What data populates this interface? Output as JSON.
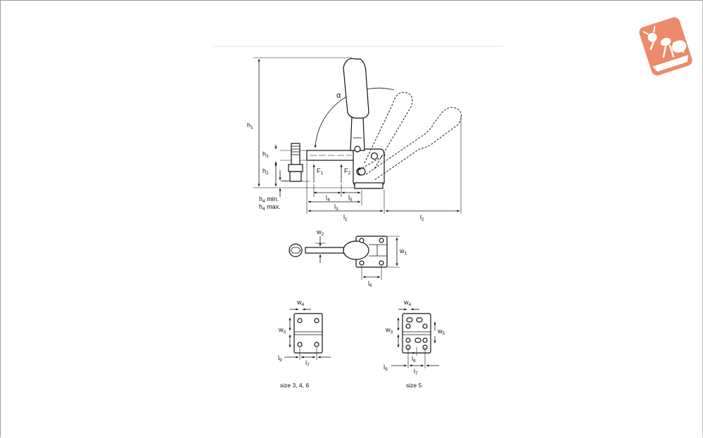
{
  "labels": {
    "h1": "h",
    "h1_sub": "1",
    "h2": "h",
    "h2_sub": "2",
    "h3": "h",
    "h3_sub": "3",
    "h4min": "h",
    "h4min_sub": "4",
    "h4min_suffix": " min.",
    "h4max": "h",
    "h4max_sub": "4",
    "h4max_suffix": " max.",
    "alpha": "α",
    "F1": "F",
    "F1_sub": "1",
    "F2": "F",
    "F2_sub": "2",
    "l1": "l",
    "l1_sub": "1",
    "l2": "l",
    "l2_sub": "2",
    "l3": "l",
    "l3_sub": "3",
    "l4": "l",
    "l4_sub": "4",
    "l5": "l",
    "l5_sub": "5",
    "l6": "l",
    "l6_sub": "6",
    "w1": "w",
    "w1_sub": "1",
    "w2": "w",
    "w2_sub": "2",
    "a_w3": "w",
    "a_w3_sub": "3",
    "a_w4": "w",
    "a_w4_sub": "4",
    "a_l7": "l",
    "a_l7_sub": "7",
    "a_l9": "l",
    "a_l9_sub": "9",
    "b_w3": "w",
    "b_w3_sub": "3",
    "b_w4": "w",
    "b_w4_sub": "4",
    "b_w5": "w",
    "b_w5_sub": "5",
    "b_l7": "l",
    "b_l7_sub": "7",
    "b_l8": "l",
    "b_l8_sub": "8",
    "b_l9": "l",
    "b_l9_sub": "9"
  },
  "captions": {
    "size_a": "size 3, 4, 6",
    "size_b": "size 5"
  },
  "colors": {
    "logo_bg": "#ec8a6a",
    "line": "#111111"
  },
  "icons": {
    "logo": "ant-logo-icon"
  }
}
